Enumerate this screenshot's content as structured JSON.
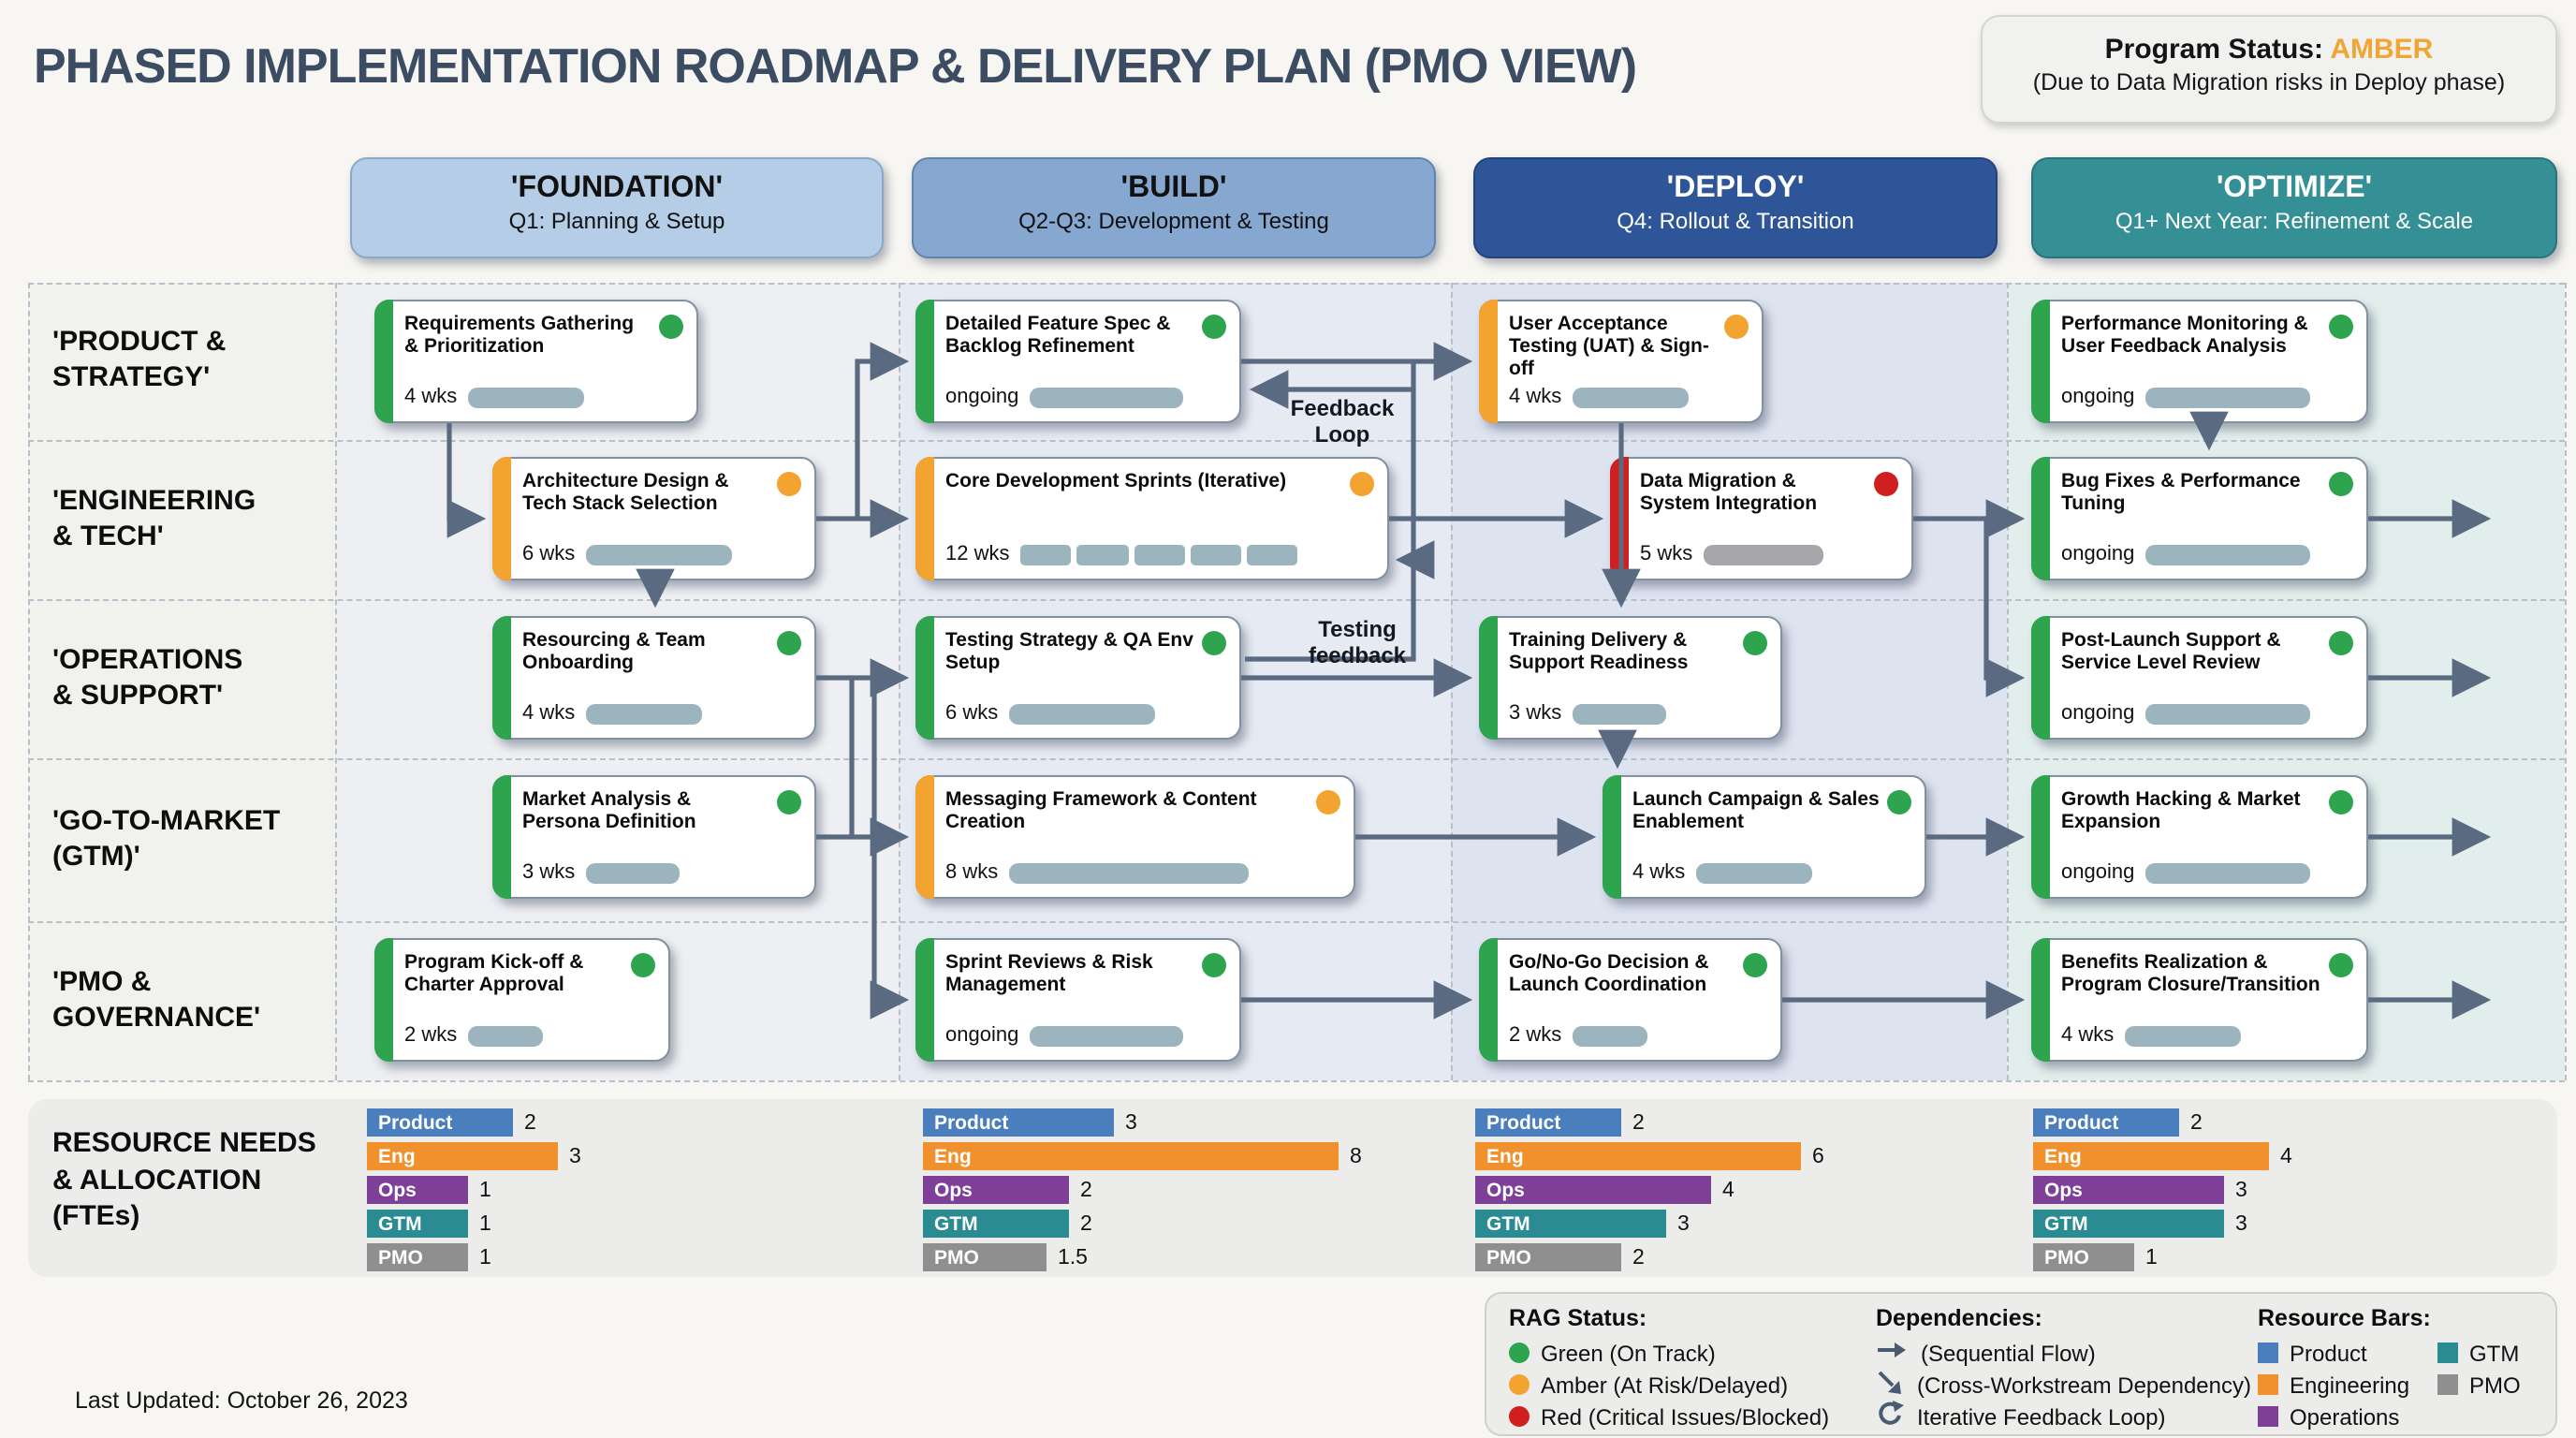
{
  "title": "PHASED IMPLEMENTATION ROADMAP & DELIVERY PLAN (PMO VIEW)",
  "program_status": {
    "label": "Program Status:",
    "value": "AMBER",
    "value_color": "#f0a632",
    "note": "(Due to Data Migration risks in Deploy phase)"
  },
  "phases": [
    {
      "name": "'FOUNDATION'",
      "subtitle": "Q1: Planning & Setup",
      "bg": "#b5cde6",
      "fg": "#111111",
      "border": "#8aa9c9"
    },
    {
      "name": "'BUILD'",
      "subtitle": "Q2-Q3: Development & Testing",
      "bg": "#86a7cf",
      "fg": "#111111",
      "border": "#5f84ad"
    },
    {
      "name": "'DEPLOY'",
      "subtitle": "Q4: Rollout & Transition",
      "bg": "#2e5597",
      "fg": "#ffffff",
      "border": "#23427a"
    },
    {
      "name": "'OPTIMIZE'",
      "subtitle": "Q1+ Next Year: Refinement & Scale",
      "bg": "#359095",
      "fg": "#ffffff",
      "border": "#27747a"
    }
  ],
  "rag_colors": {
    "green": "#2ea44f",
    "amber": "#f2a330",
    "red": "#d01f1f"
  },
  "workstreams": [
    {
      "label": "'PRODUCT &\nSTRATEGY'",
      "tasks": [
        {
          "title": "Requirements Gathering & Prioritization",
          "duration": "4 wks",
          "rag": "green",
          "bar_style": "solid"
        },
        {
          "title": "Detailed Feature Spec & Backlog Refinement",
          "duration": "ongoing",
          "rag": "green",
          "bar_style": "solid"
        },
        {
          "title": "User Acceptance Testing (UAT) & Sign-off",
          "duration": "4 wks",
          "rag": "amber",
          "bar_style": "solid"
        },
        {
          "title": "Performance Monitoring & User Feedback Analysis",
          "duration": "ongoing",
          "rag": "green",
          "bar_style": "solid"
        }
      ]
    },
    {
      "label": "'ENGINEERING\n& TECH'",
      "tasks": [
        {
          "title": "Architecture Design & Tech Stack Selection",
          "duration": "6 wks",
          "rag": "amber",
          "bar_style": "solid"
        },
        {
          "title": "Core Development Sprints (Iterative)",
          "duration": "12 wks",
          "rag": "amber",
          "bar_style": "segmented"
        },
        {
          "title": "Data Migration & System Integration",
          "duration": "5 wks",
          "rag": "red",
          "bar_style": "gray"
        },
        {
          "title": "Bug Fixes & Performance Tuning",
          "duration": "ongoing",
          "rag": "green",
          "bar_style": "solid"
        }
      ]
    },
    {
      "label": "'OPERATIONS\n& SUPPORT'",
      "tasks": [
        {
          "title": "Resourcing & Team Onboarding",
          "duration": "4 wks",
          "rag": "green",
          "bar_style": "solid"
        },
        {
          "title": "Testing Strategy & QA Env Setup",
          "duration": "6 wks",
          "rag": "green",
          "bar_style": "solid"
        },
        {
          "title": "Training Delivery & Support Readiness",
          "duration": "3 wks",
          "rag": "green",
          "bar_style": "solid"
        },
        {
          "title": "Post-Launch Support & Service Level Review",
          "duration": "ongoing",
          "rag": "green",
          "bar_style": "solid"
        }
      ]
    },
    {
      "label": "'GO-TO-MARKET\n(GTM)'",
      "tasks": [
        {
          "title": "Market Analysis & Persona Definition",
          "duration": "3 wks",
          "rag": "green",
          "bar_style": "solid"
        },
        {
          "title": "Messaging Framework & Content Creation",
          "duration": "8 wks",
          "rag": "amber",
          "bar_style": "solid"
        },
        {
          "title": "Launch Campaign & Sales Enablement",
          "duration": "4 wks",
          "rag": "green",
          "bar_style": "solid"
        },
        {
          "title": "Growth Hacking & Market Expansion",
          "duration": "ongoing",
          "rag": "green",
          "bar_style": "solid"
        }
      ]
    },
    {
      "label": "'PMO &\nGOVERNANCE'",
      "tasks": [
        {
          "title": "Program Kick-off & Charter Approval",
          "duration": "2 wks",
          "rag": "green",
          "bar_style": "solid"
        },
        {
          "title": "Sprint Reviews & Risk Management",
          "duration": "ongoing",
          "rag": "green",
          "bar_style": "solid"
        },
        {
          "title": "Go/No-Go Decision & Launch Coordination",
          "duration": "2 wks",
          "rag": "green",
          "bar_style": "solid"
        },
        {
          "title": "Benefits Realization & Program Closure/Transition",
          "duration": "4 wks",
          "rag": "green",
          "bar_style": "solid"
        }
      ]
    }
  ],
  "annotations": {
    "feedback_loop": "Feedback\nLoop",
    "testing_feedback": "Testing\nfeedback"
  },
  "resources": {
    "label": "RESOURCE NEEDS\n& ALLOCATION\n(FTEs)",
    "teams": [
      {
        "name": "Product",
        "color": "#4a7ebc"
      },
      {
        "name": "Eng",
        "color": "#f0912d"
      },
      {
        "name": "Ops",
        "color": "#7d3f98"
      },
      {
        "name": "GTM",
        "color": "#2a8c92"
      },
      {
        "name": "PMO",
        "color": "#8f8f8f"
      }
    ],
    "by_phase": [
      {
        "phase": "'FOUNDATION'",
        "values": [
          2,
          3,
          1,
          1,
          1
        ]
      },
      {
        "phase": "'BUILD'",
        "values": [
          3,
          8,
          2,
          2,
          1.5
        ]
      },
      {
        "phase": "'DEPLOY'",
        "values": [
          2,
          6,
          4,
          3,
          2
        ]
      },
      {
        "phase": "'OPTIMIZE'",
        "values": [
          2,
          4,
          3,
          3,
          1
        ]
      }
    ]
  },
  "legend": {
    "rag": {
      "title": "RAG Status:",
      "items": [
        {
          "rag": "green",
          "label": "Green (On Track)"
        },
        {
          "rag": "amber",
          "label": "Amber (At Risk/Delayed)"
        },
        {
          "rag": "red",
          "label": "Red (Critical Issues/Blocked)"
        }
      ]
    },
    "dependencies": {
      "title": "Dependencies:",
      "items": [
        {
          "icon": "arrow-right",
          "label": "(Sequential Flow)"
        },
        {
          "icon": "arrow-diagonal",
          "label": "(Cross-Workstream Dependency)"
        },
        {
          "icon": "arrow-loop",
          "label": "Iterative Feedback Loop)"
        }
      ]
    },
    "resource_bars": {
      "title": "Resource Bars:",
      "items": [
        {
          "team": "Product",
          "color": "#4a7ebc"
        },
        {
          "team": "Engineering",
          "color": "#f0912d"
        },
        {
          "team": "Operations",
          "color": "#7d3f98"
        },
        {
          "team": "GTM",
          "color": "#2a8c92"
        },
        {
          "team": "PMO",
          "color": "#8f8f8f"
        }
      ]
    }
  },
  "footer": {
    "last_updated": "Last Updated: October 26, 2023"
  }
}
